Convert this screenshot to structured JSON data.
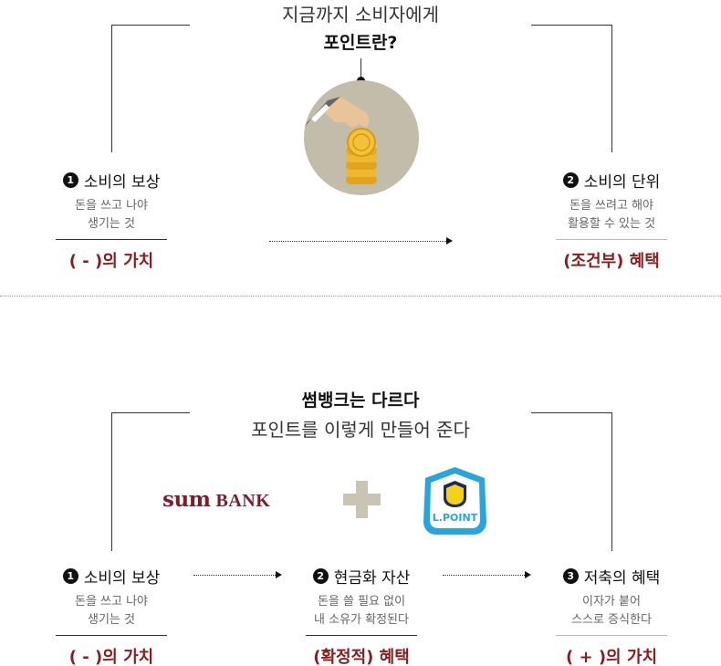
{
  "section1": {
    "title_line1": "지금까지 소비자에게",
    "title_line2": "포인트란?",
    "left": {
      "num": "1",
      "label": "소비의 보상",
      "desc1": "돈을 쓰고 나야",
      "desc2": "생기는 것",
      "value": "( - )의 가치"
    },
    "right": {
      "num": "2",
      "label": "소비의 단위",
      "desc1": "돈을 쓰려고 해야",
      "desc2": "활용할 수 있는 것",
      "value": "(조건부) 혜택"
    }
  },
  "section2": {
    "title_line1": "썸뱅크는 다르다",
    "title_line2": "포인트를 이렇게 만들어 준다",
    "logo_sum": "sum",
    "logo_bank": "BANK",
    "lpoint_label": "L.POINT",
    "steps": [
      {
        "num": "1",
        "label": "소비의 보상",
        "desc1": "돈을 쓰고 나야",
        "desc2": "생기는 것",
        "value": "( - )의 가치"
      },
      {
        "num": "2",
        "label": "현금화 자산",
        "desc1": "돈을 쓸 필요 없이",
        "desc2": "내 소유가 확정된다",
        "value": "(확정적) 혜택"
      },
      {
        "num": "3",
        "label": "저축의 혜택",
        "desc1": "이자가 붙어",
        "desc2": "스스로 증식한다",
        "value": "( + )의 가치"
      }
    ]
  },
  "colors": {
    "accent": "#8a1c1c",
    "sumbank": "#7a1e2b",
    "plus": "#c9c4b4",
    "lpoint_bg": "#2aa4e0",
    "lpoint_yellow": "#f4d21a"
  }
}
